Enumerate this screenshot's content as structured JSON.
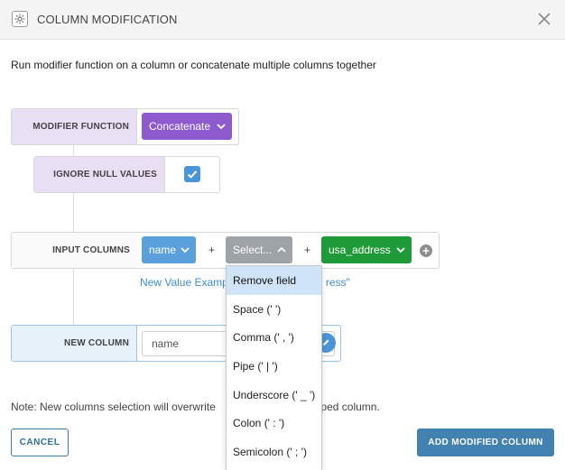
{
  "dialog": {
    "title": "COLUMN MODIFICATION",
    "description": "Run modifier function on a column or concatenate multiple columns together"
  },
  "modifier": {
    "label": "MODIFIER FUNCTION",
    "value": "Concatenate"
  },
  "ignore_nulls": {
    "label": "IGNORE NULL VALUES",
    "checked": true
  },
  "input_columns": {
    "label": "INPUT COLUMNS",
    "columns": [
      {
        "value": "name"
      },
      {
        "value": "Select..."
      },
      {
        "value": "usa_address"
      }
    ],
    "separator": "+",
    "example": "New Value Examp",
    "example_tail": "ress\""
  },
  "new_column": {
    "label": "NEW COLUMN",
    "value": "name"
  },
  "separator_menu": {
    "options": [
      "Remove field",
      "Space (' ')",
      "Comma (' , ')",
      "Pipe (' | ')",
      "Underscore (' _ ')",
      "Colon (' : ')",
      "Semicolon (' ; ')"
    ],
    "highlighted_index": 0
  },
  "footer": {
    "note": "Note: New columns selection will overwrite",
    "note_tail": "pped column.",
    "cancel_label": "CANCEL",
    "submit_label": "ADD MODIFIED COLUMN"
  },
  "colors": {
    "purple": "#8e5bcf",
    "blue": "#5aa0dc",
    "green": "#1f9a38",
    "gray": "#9ea3a8",
    "accent": "#4282b0"
  },
  "icons": [
    "gear-icon",
    "close-icon",
    "check-icon",
    "chevron-down-icon",
    "chevron-up-icon",
    "add-circle-icon",
    "edit-icon"
  ]
}
